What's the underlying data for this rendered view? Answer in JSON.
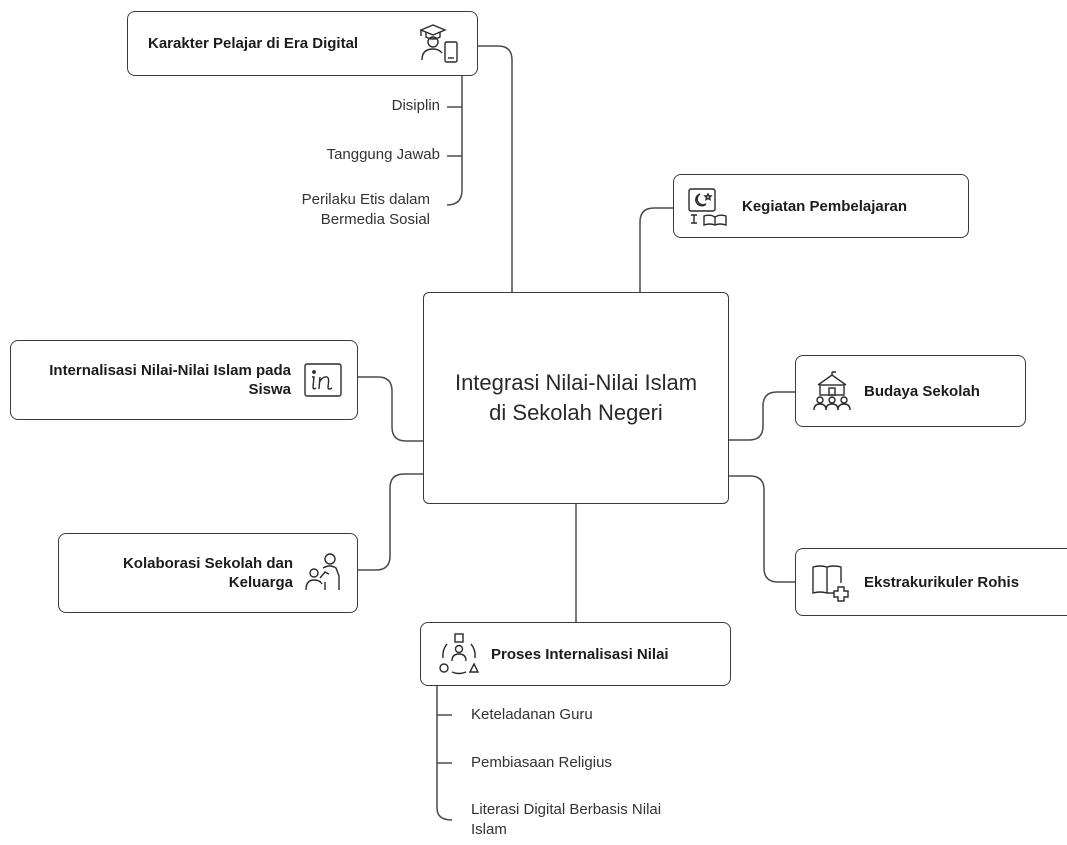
{
  "center": {
    "label": "Integrasi Nilai-Nilai Islam di Sekolah Negeri"
  },
  "branches": {
    "karakter": {
      "label": "Karakter Pelajar di Era Digital",
      "icon": "student-phone-icon",
      "items": [
        "Disiplin",
        "Tanggung Jawab",
        "Perilaku Etis dalam Bermedia Sosial"
      ]
    },
    "kegiatan": {
      "label": "Kegiatan Pembelajaran",
      "icon": "moon-star-book-icon"
    },
    "internalisasi": {
      "label": "Internalisasi Nilai-Nilai Islam pada Siswa",
      "icon": "in-text-icon"
    },
    "budaya": {
      "label": "Budaya Sekolah",
      "icon": "school-people-icon"
    },
    "kolaborasi": {
      "label": "Kolaborasi Sekolah dan Keluarga",
      "icon": "parent-child-icon"
    },
    "ekstrakurikuler": {
      "label": "Ekstrakurikuler Rohis",
      "icon": "book-plus-icon"
    },
    "proses": {
      "label": "Proses Internalisasi Nilai",
      "icon": "person-shapes-cycle-icon",
      "items": [
        "Keteladanan Guru",
        "Pembiasaan Religius",
        "Literasi Digital Berbasis Nilai Islam"
      ]
    }
  },
  "colors": {
    "line": "#3a3a3a",
    "border": "#3a3a3a",
    "text": "#1c1c1c"
  }
}
